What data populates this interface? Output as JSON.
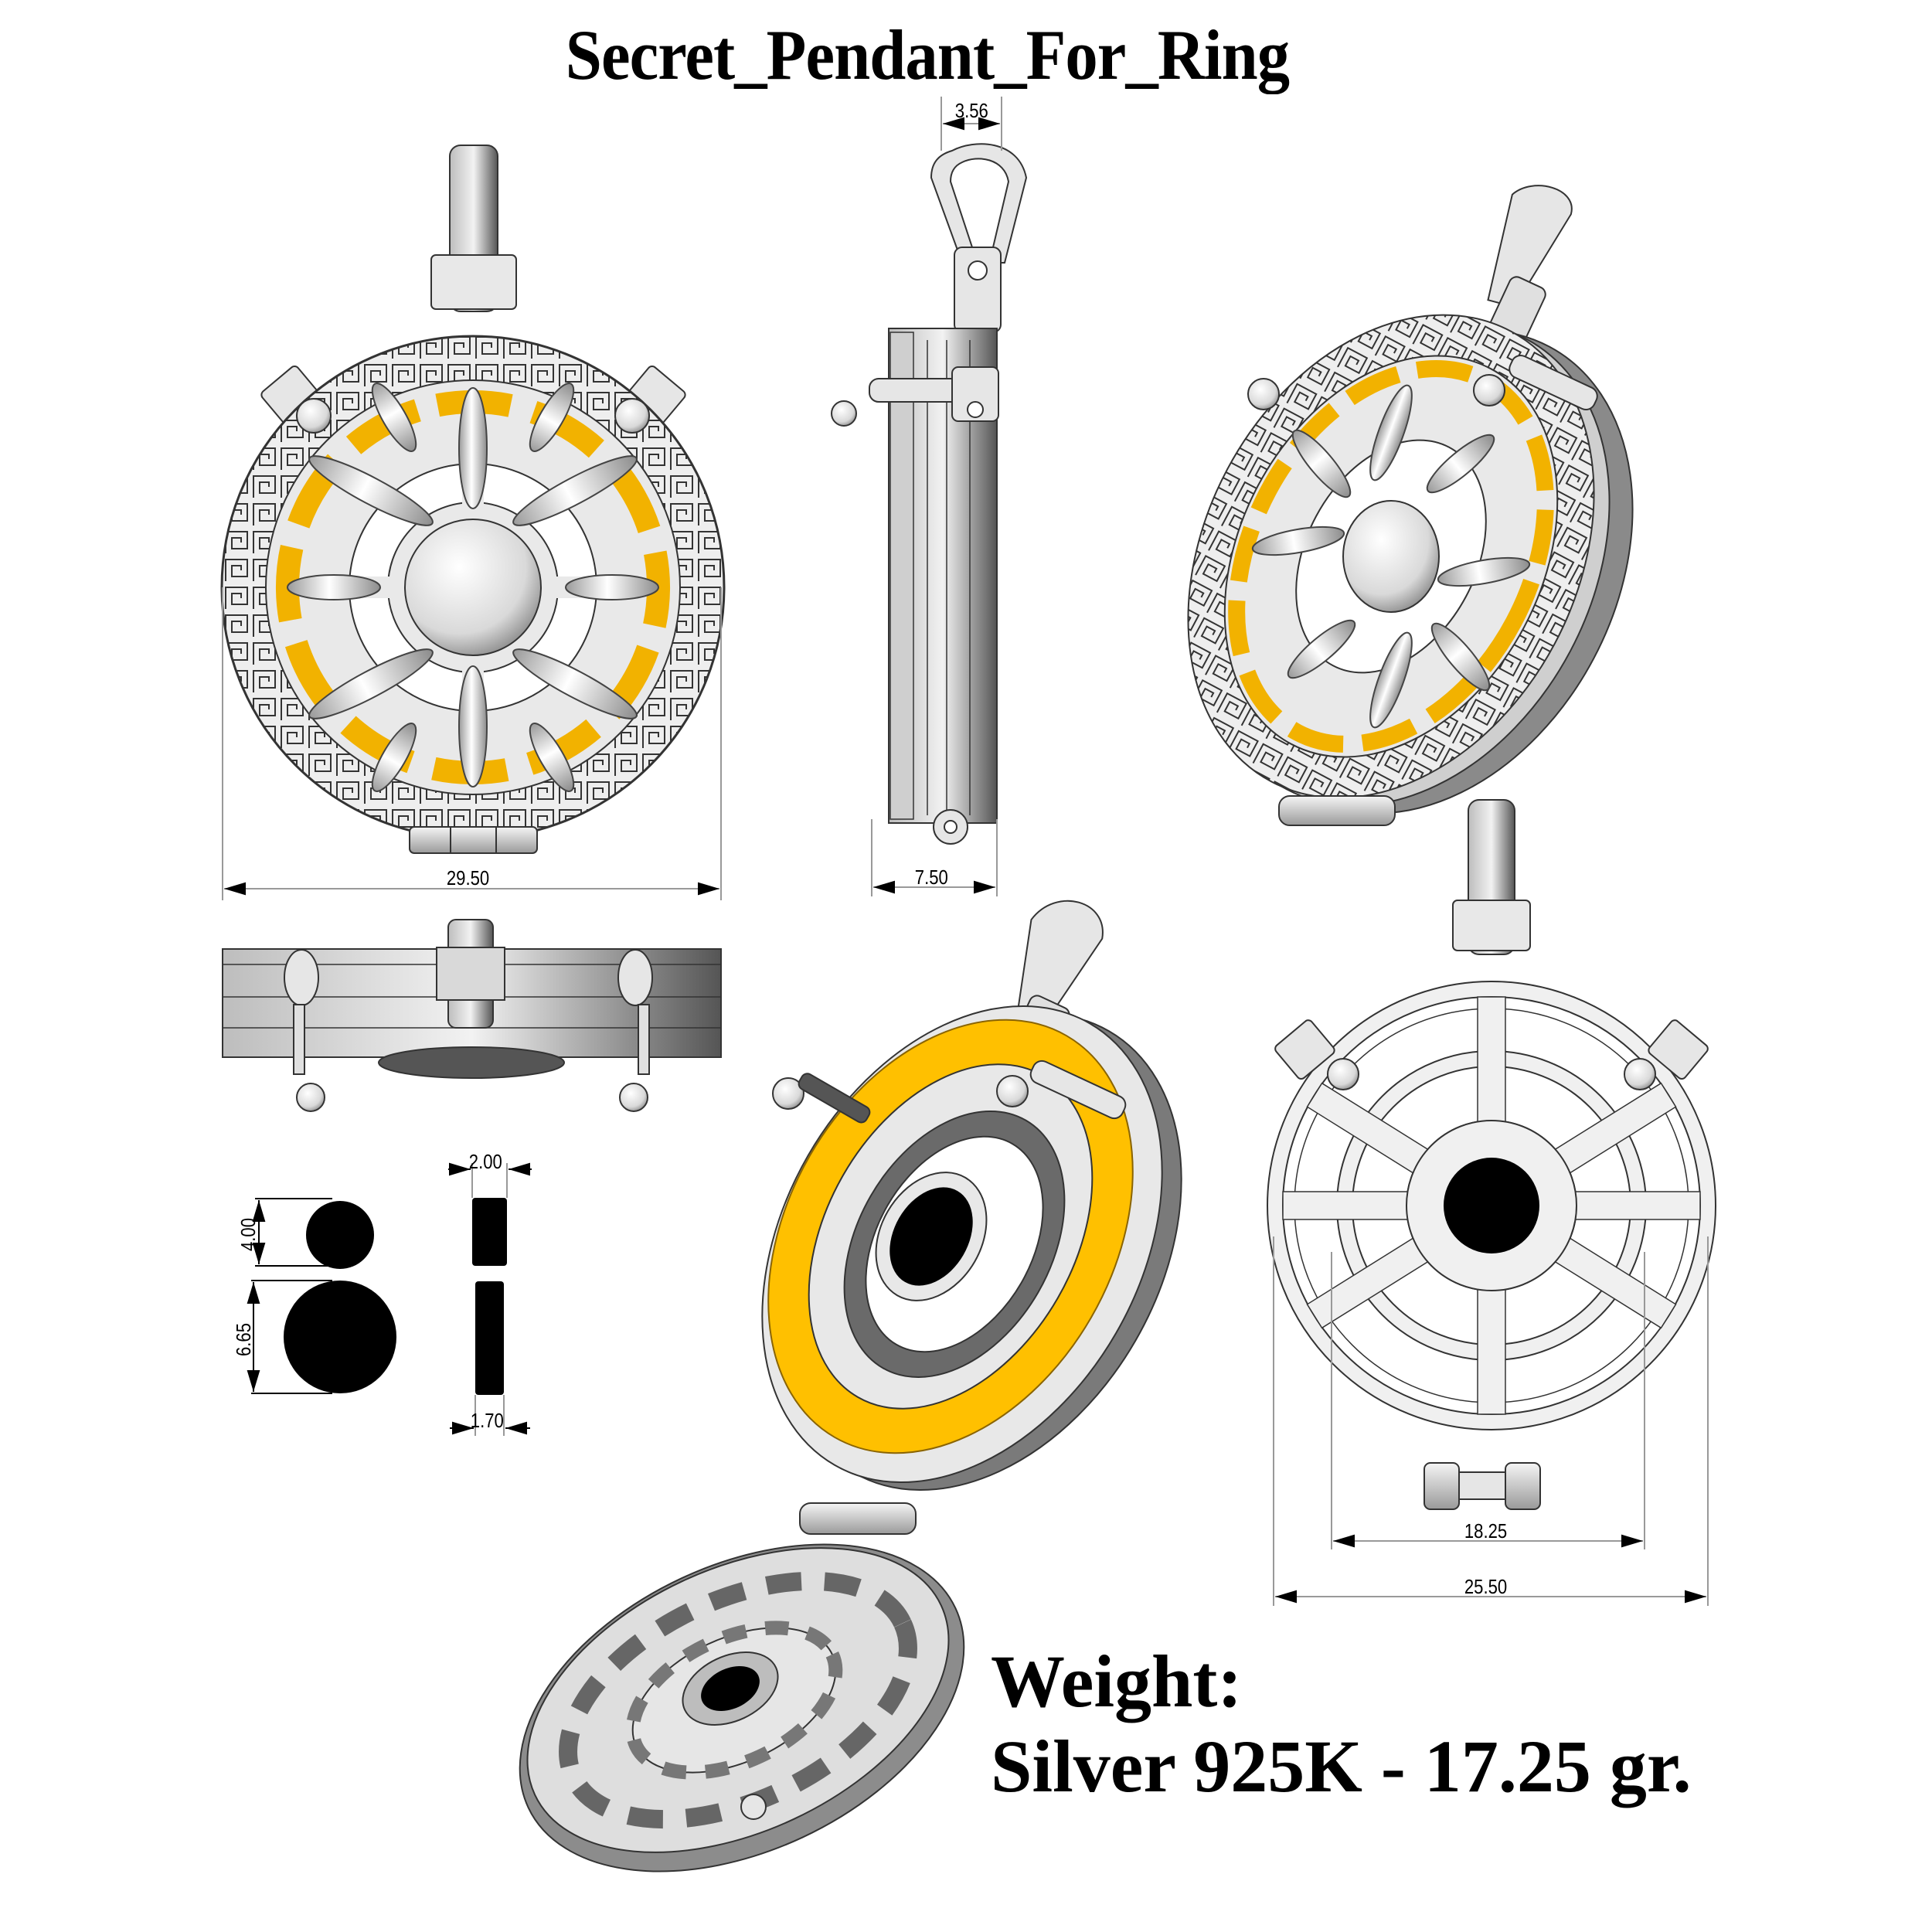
{
  "title": "Secret_Pendant_For_Ring",
  "views": {
    "front": {
      "label": "front-view",
      "width_dim": "29.50"
    },
    "side": {
      "label": "side-view",
      "bail_width_dim": "3.56",
      "depth_dim": "7.50"
    },
    "isometric_closed": {
      "label": "isometric-closed-view"
    },
    "top_edge": {
      "label": "top-edge-view"
    },
    "stones": {
      "round_small_dim": "4.00",
      "round_large_dim": "6.65",
      "thickness_small_dim": "2.00",
      "thickness_large_dim": "1.70"
    },
    "isometric_open": {
      "label": "isometric-open-view"
    },
    "back": {
      "label": "back-view",
      "inner_dim": "18.25",
      "outer_dim": "25.50"
    }
  },
  "weight": {
    "heading": "Weight:",
    "value": "Silver 925K - 17.25 gr."
  },
  "colors": {
    "gold": "#F2B200",
    "silver": "#E6E6E6",
    "stone": "#000000",
    "line": "#333333"
  }
}
